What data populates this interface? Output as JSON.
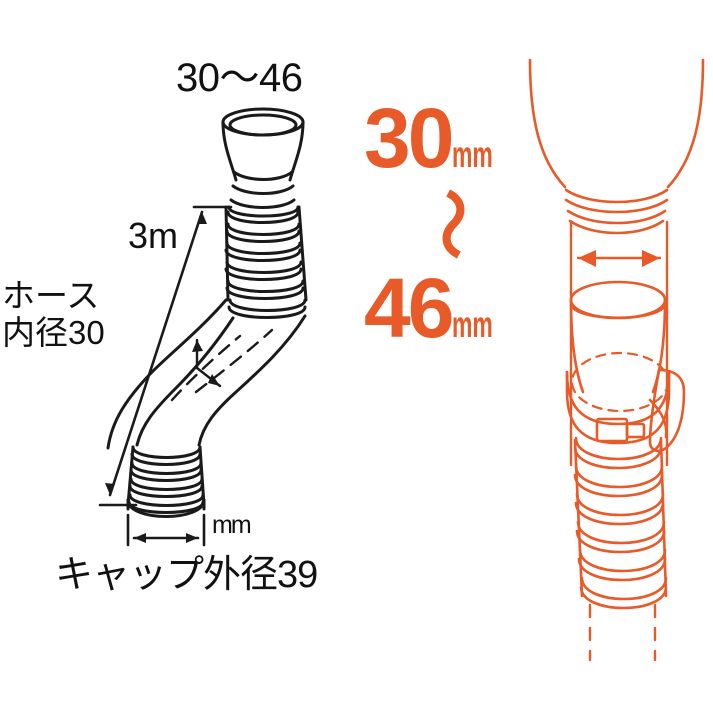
{
  "meta": {
    "background_color": "#ffffff",
    "line_color": "#1a1a1a",
    "accent_color": "#e85a28",
    "accent_color_light": "#f07b52"
  },
  "left_diagram": {
    "name": "hose-with-tapered-nozzle-line-drawing",
    "labels": {
      "nozzle_range": "30〜46",
      "hose_length": "3m",
      "hose_inner_line1": "ホース",
      "hose_inner_line2": "内径30",
      "unit_mm": "mm",
      "cap_outer_diameter": "キャップ外径39"
    },
    "parts": {
      "nozzle": "tapered-nozzle",
      "corrugated_upper": "corrugated-section-upper",
      "hose_body": "flexible-hose-body",
      "corrugated_lower": "corrugated-section-lower",
      "length_dimension": "3m-vertical-dimension-arrow",
      "inner_diameter_dimension": "hose-inner-diameter-leader",
      "cap_width_dimension": "cap-outer-diameter-dimension-arrow"
    }
  },
  "right_diagram": {
    "name": "hose-clamped-to-tank-outlet-orange-drawing",
    "callout": {
      "min_value": "30",
      "min_unit": "mm",
      "separator": "〜",
      "max_value": "46",
      "max_unit": "mm"
    },
    "parts": {
      "tank_outlet": "tank-outlet-funnel",
      "outlet_threads": "outlet-thread-rings",
      "fit_dimension": "outlet-diameter-double-arrow",
      "nozzle_cup": "hose-nozzle-cup",
      "hidden_outline": "hidden-edge-dashed-ellipse",
      "hose_clamp": "worm-drive-hose-clamp",
      "clamp_screw_housing": "clamp-screw-housing",
      "corrugated_hose": "corrugated-hose-section",
      "continuation": "hose-continuation-dashed-lines"
    }
  }
}
